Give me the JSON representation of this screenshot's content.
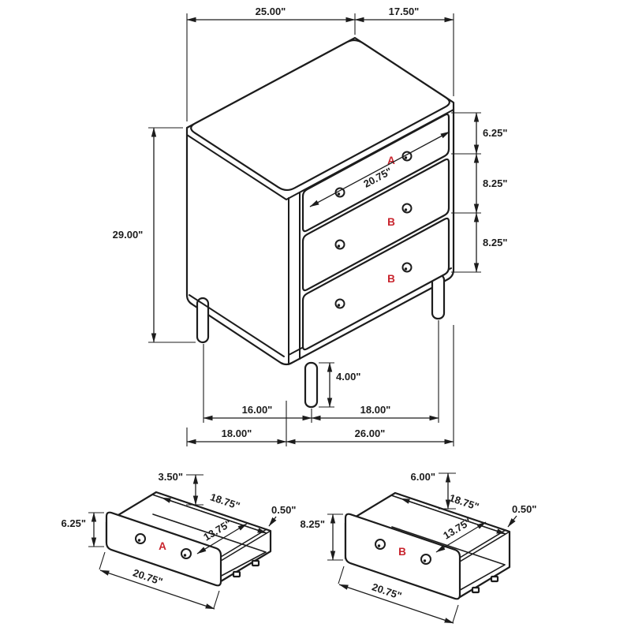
{
  "colors": {
    "line": "#1c1c1c",
    "accent_red": "#c8232c"
  },
  "main_view": {
    "drawer_labels": {
      "top": "A",
      "middle": "B",
      "bottom": "B"
    },
    "dimensions": {
      "top_width": "25.00\"",
      "top_depth": "17.50\"",
      "overall_height": "29.00\"",
      "top_drawer_height": "6.25\"",
      "middle_drawer_height": "8.25\"",
      "bottom_drawer_height": "8.25\"",
      "drawer_front_width": "20.75\"",
      "leg_height": "4.00\"",
      "leg_span_side": "16.00\"",
      "leg_span_front": "18.00\"",
      "overall_depth": "18.00\"",
      "overall_width": "26.00\""
    }
  },
  "drawer_a_view": {
    "label": "A",
    "dimensions": {
      "interior_height": "3.50\"",
      "interior_width": "18.75\"",
      "wall_thickness": "0.50\"",
      "front_height": "6.25\"",
      "interior_depth": "13.75\"",
      "front_width": "20.75\""
    }
  },
  "drawer_b_view": {
    "label": "B",
    "dimensions": {
      "interior_height": "6.00\"",
      "interior_width": "18.75\"",
      "wall_thickness": "0.50\"",
      "front_height": "8.25\"",
      "interior_depth": "13.75\"",
      "front_width": "20.75\""
    }
  }
}
